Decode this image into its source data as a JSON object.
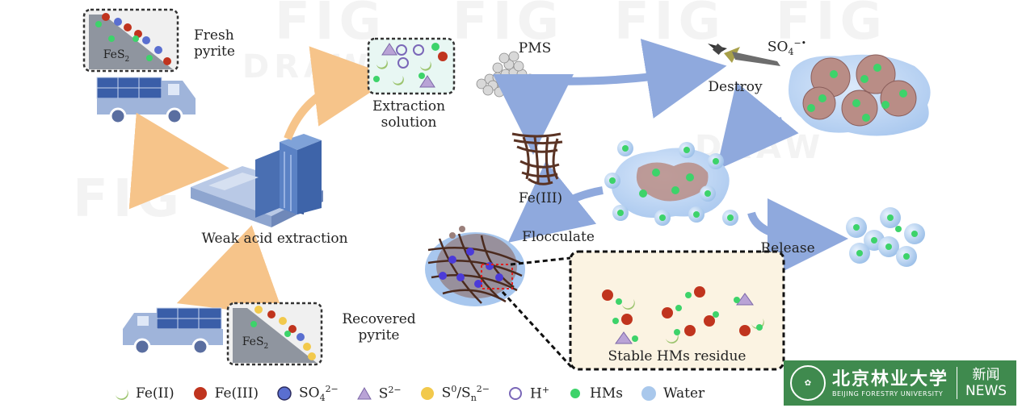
{
  "labels": {
    "fresh_pyrite": "Fresh pyrite",
    "fes2_top": "FeS",
    "fes2_bottom": "FeS",
    "fes2_sub": "2",
    "extraction_solution": "Extraction solution",
    "pms": "PMS",
    "so4_radical": "SO",
    "so4_radical_sub": "4",
    "so4_radical_sup": "−•",
    "destroy": "Destroy",
    "weak_acid_extraction": "Weak acid extraction",
    "fe3": "Fe(III)",
    "flocculate": "Flocculate",
    "release": "Release",
    "recovered_pyrite": "Recovered pyrite",
    "stable_residue": "Stable HMs residue"
  },
  "legend": [
    {
      "label": "Fe(II)",
      "icon": "crescent",
      "color": "#9cc46e"
    },
    {
      "label": "Fe(III)",
      "icon": "circle",
      "color": "#c0341e"
    },
    {
      "label": "SO",
      "sub": "4",
      "sup": "2−",
      "icon": "circle",
      "color": "#5a6fd0"
    },
    {
      "label": "S",
      "sup": "2−",
      "icon": "triangle",
      "color": "#b9a3d6"
    },
    {
      "label": "S",
      "sup": "0",
      "mid": "/S",
      "sub2": "n",
      "sup2": "2−",
      "icon": "circle",
      "color": "#f2c94c"
    },
    {
      "label": "H",
      "sup": "+",
      "icon": "ring",
      "color": "#7a67b8"
    },
    {
      "label": "HMs",
      "icon": "circle",
      "color": "#3dd36a"
    },
    {
      "label": "Water",
      "icon": "bubble",
      "color": "#a9c8ec"
    }
  ],
  "watermark": [
    "FIG",
    "DRAW"
  ],
  "badge": {
    "cn": "北京林业大学",
    "en": "BEIJING FORESTRY UNIVERSITY",
    "news_cn": "新闻",
    "news_en": "NEWS"
  },
  "colors": {
    "arrow_orange": "#f6c48a",
    "arrow_blue": "#8fa9dd",
    "fe3_red": "#c0341e",
    "hms_green": "#3dd36a",
    "box_bg": "#fbf3e2"
  }
}
